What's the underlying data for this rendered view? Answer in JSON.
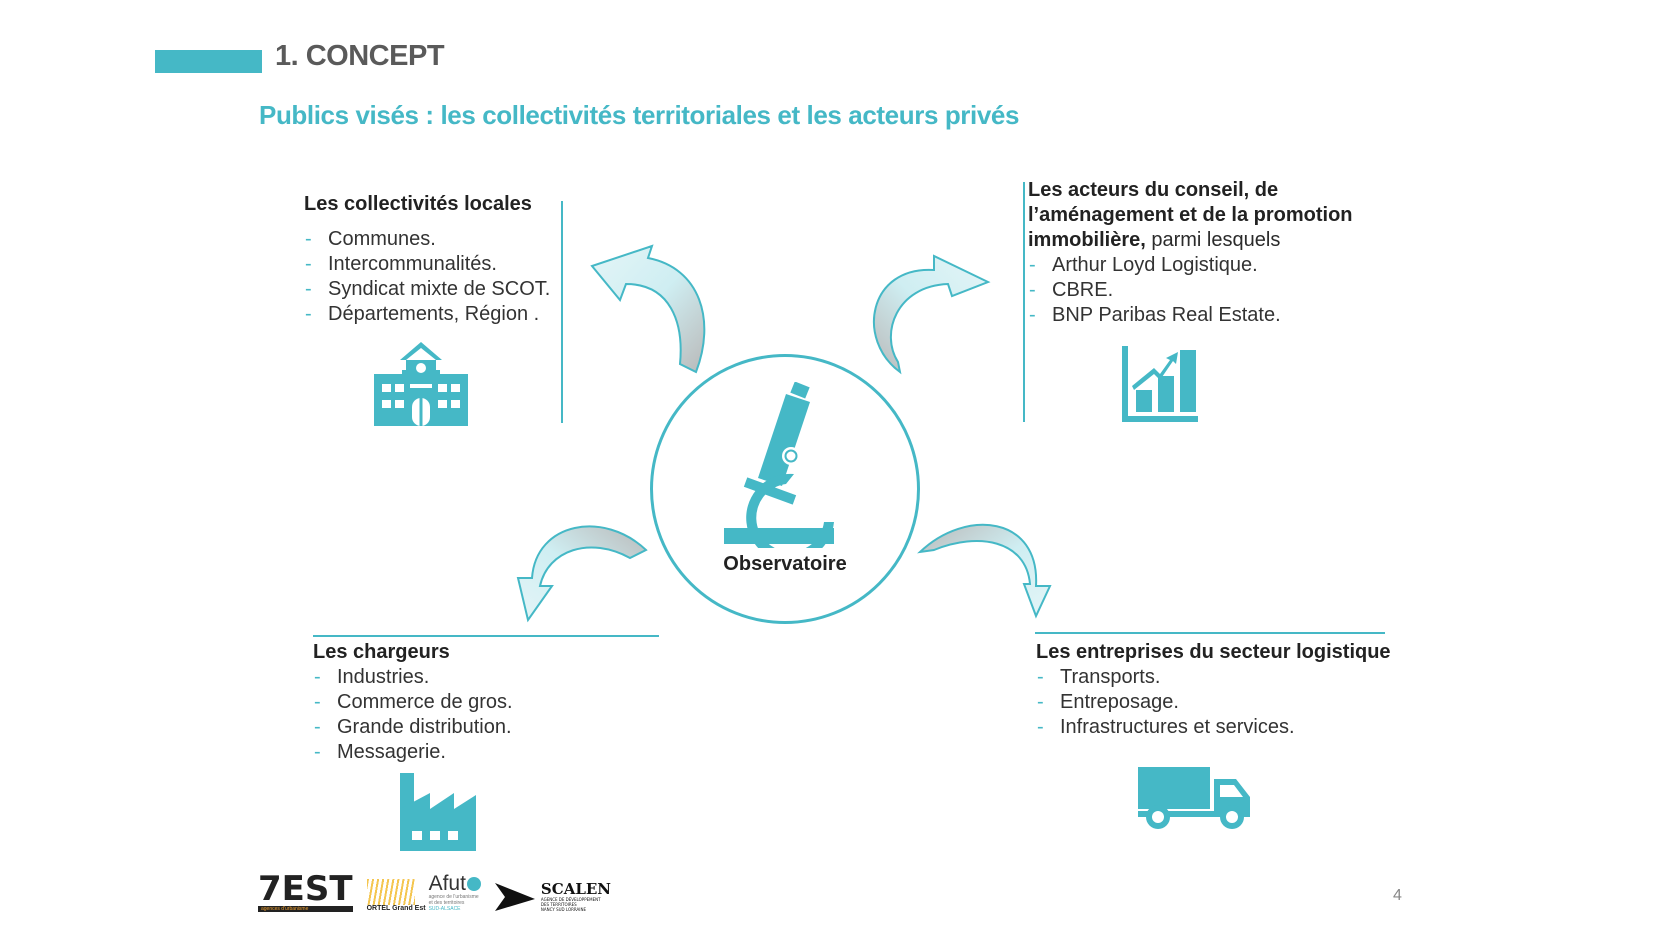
{
  "header": {
    "section_title": "1. CONCEPT",
    "subtitle": "Publics visés : les collectivités territoriales et les acteurs privés"
  },
  "blocks": {
    "collectivites": {
      "title": "Les collectivités locales",
      "items": [
        "Communes.",
        "Intercommunalités.",
        "Syndicat mixte de SCOT.",
        "Départements, Région ."
      ]
    },
    "acteurs": {
      "title_bold_1": "Les acteurs du conseil, de",
      "title_bold_2": "l’aménagement et de la promotion",
      "title_bold_3": "immobilière,",
      "title_normal_3": " parmi lesquels",
      "items": [
        "Arthur Loyd Logistique.",
        "CBRE.",
        "BNP Paribas Real Estate."
      ]
    },
    "chargeurs": {
      "title": "Les chargeurs",
      "items": [
        "Industries.",
        "Commerce de gros.",
        "Grande distribution.",
        "Messagerie."
      ]
    },
    "entreprises": {
      "title": "Les entreprises du secteur logistique",
      "items": [
        "Transports.",
        "Entreposage.",
        "Infrastructures et services."
      ]
    }
  },
  "center": {
    "label": "Observatoire"
  },
  "icons": {
    "collectivites": "school-building-icon",
    "acteurs": "growth-chart-icon",
    "chargeurs": "factory-icon",
    "entreprises": "truck-icon",
    "center": "microscope-icon"
  },
  "footer": {
    "logo_zest": "7EST",
    "logo_zest_tagline": "agences d'urbanisme",
    "logo_ortel": "ORTEL Grand Est",
    "logo_afut": "Afut",
    "logo_afut_tagline_1": "agence de l'urbanisme",
    "logo_afut_tagline_2": "et des territoires",
    "logo_afut_tagline_3": "SUD-ALSACE",
    "logo_scalen": "SCALEN",
    "logo_scalen_tagline_1": "AGENCE DE DÉVELOPPEMENT",
    "logo_scalen_tagline_2": "DES TERRITOIRES",
    "logo_scalen_tagline_3": "NANCY SUD LORRAINE",
    "page_number": "4"
  },
  "colors": {
    "accent": "#45b8c6",
    "accent_light": "#d8f1f4",
    "arrow_grey": "#b9b9b9",
    "text": "#2b2b2b"
  }
}
